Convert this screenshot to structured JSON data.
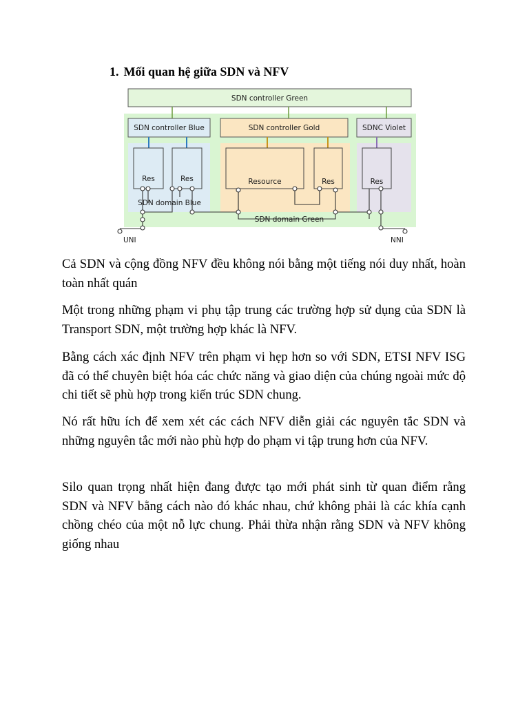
{
  "heading": {
    "number": "1.",
    "title": "Mối quan hệ giữa SDN và NFV"
  },
  "diagram": {
    "controller_green": "SDN controller Green",
    "controller_blue": "SDN controller Blue",
    "controller_gold": "SDN controller Gold",
    "controller_violet": "SDNC Violet",
    "res_blue_1": "Res",
    "res_blue_2": "Res",
    "resource_gold": "Resource",
    "res_gold": "Res",
    "res_violet": "Res",
    "domain_blue": "SDN domain Blue",
    "domain_green": "SDN domain Green",
    "uni": "UNI",
    "nni": "NNI",
    "colors": {
      "green_fill": "#d9f5d2",
      "green_box": "#e4f6dc",
      "blue_fill": "#ddebf4",
      "gold_fill": "#fbe6c2",
      "violet_fill": "#e5e2ec",
      "blue_line": "#2e7bbf",
      "gold_line": "#c8951c",
      "violet_line": "#8a6fb5",
      "green_line": "#6a9a3c"
    }
  },
  "paragraphs": [
    "Cả SDN và cộng đồng NFV đều không nói bằng một tiếng nói duy nhất, hoàn toàn nhất quán",
    "Một trong những phạm vi phụ tập trung các trường hợp sử dụng của SDN là Transport SDN, một trường hợp khác là NFV.",
    "Bằng cách xác định NFV trên phạm vi hẹp hơn so với SDN, ETSI NFV ISG đã có thể chuyên biệt hóa các chức năng và giao diện của chúng ngoài mức độ chi tiết sẽ phù hợp trong kiến trúc SDN chung.",
    "Nó rất hữu ích để xem xét các cách NFV diễn giải các nguyên tắc SDN và những nguyên tắc mới nào phù hợp do phạm vi tập trung hơn của NFV.",
    "Silo quan trọng nhất hiện đang được tạo mới phát sinh từ quan điểm rằng SDN và NFV bằng cách nào đó khác nhau, chứ không phải là các khía cạnh chồng chéo của một nỗ lực chung. Phải thừa nhận rằng SDN và NFV không giống nhau"
  ]
}
